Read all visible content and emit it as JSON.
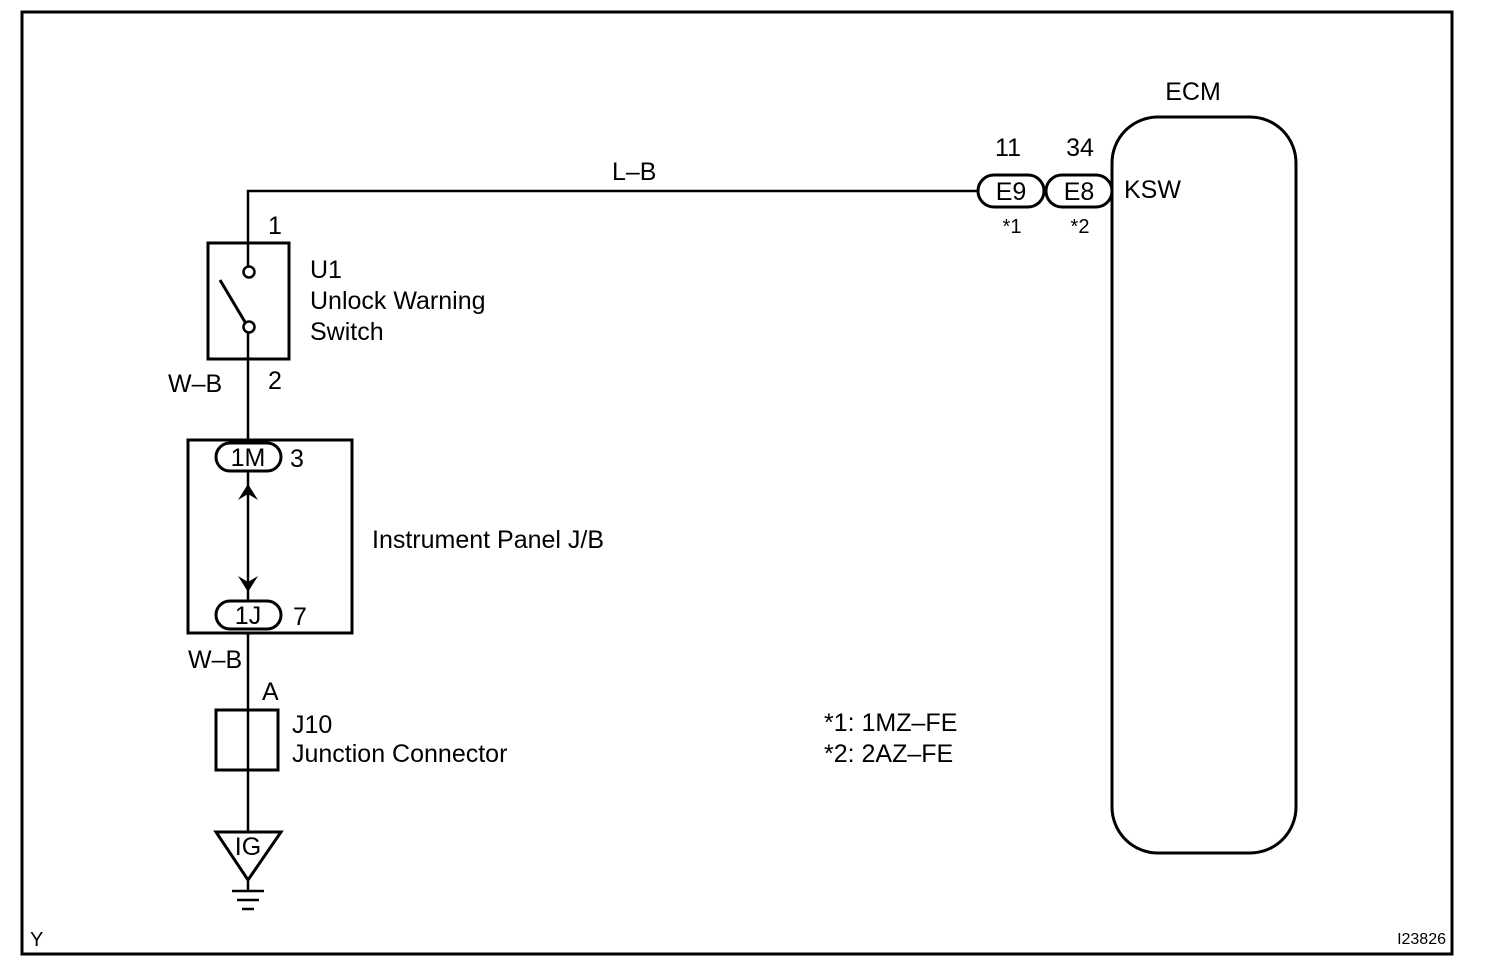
{
  "wire_colors": {
    "top": "L–B",
    "switch_out": "W–B",
    "jb_out": "W–B"
  },
  "switch": {
    "code": "U1",
    "name_line1": "Unlock Warning",
    "name_line2": "Switch",
    "pin_top": "1",
    "pin_bottom": "2"
  },
  "junction_block": {
    "name": "Instrument Panel J/B",
    "connector_top": "1M",
    "pin_top": "3",
    "connector_bottom": "1J",
    "pin_bottom": "7"
  },
  "junction_connector": {
    "code": "J10",
    "name": "Junction Connector",
    "pin": "A"
  },
  "ground": {
    "label": "IG"
  },
  "ecm": {
    "title": "ECM",
    "terminal": "KSW",
    "connectors": [
      {
        "id": "E9",
        "pin": "11",
        "note": "*1"
      },
      {
        "id": "E8",
        "pin": "34",
        "note": "*2"
      }
    ]
  },
  "notes": {
    "line1": "*1: 1MZ–FE",
    "line2": "*2: 2AZ–FE"
  },
  "corner_label": "Y",
  "figure_id": "I23826"
}
